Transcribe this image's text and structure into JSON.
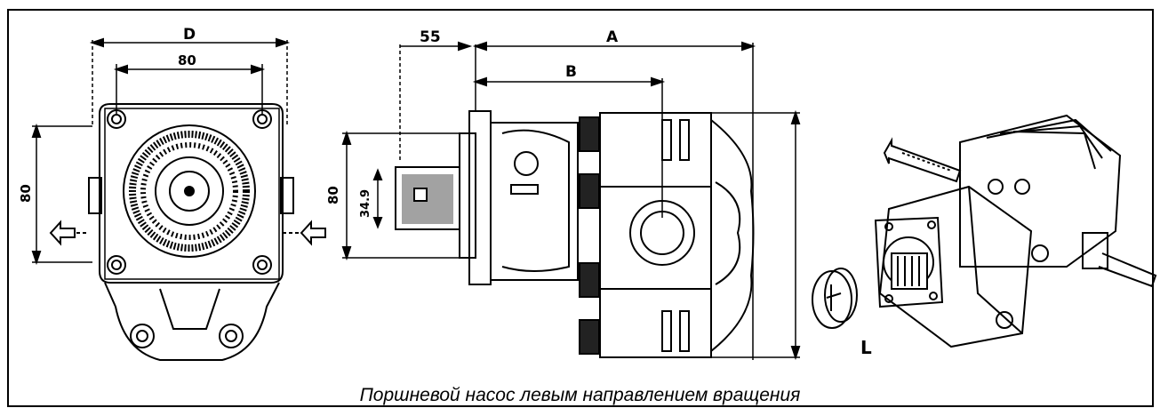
{
  "diagram": {
    "front_view": {
      "top_label": "D",
      "inner_label": "80",
      "left_label": "80"
    },
    "side_view": {
      "dim_55": "55",
      "dim_a": "A",
      "dim_b": "B",
      "dim_shaft_80": "80",
      "dim_shaft_349": "34.9"
    },
    "iso_view": {
      "rotation_label": "L"
    },
    "colors": {
      "line": "#000000",
      "background": "#ffffff"
    }
  },
  "caption": "Поршневой насос левым направлением вращения"
}
